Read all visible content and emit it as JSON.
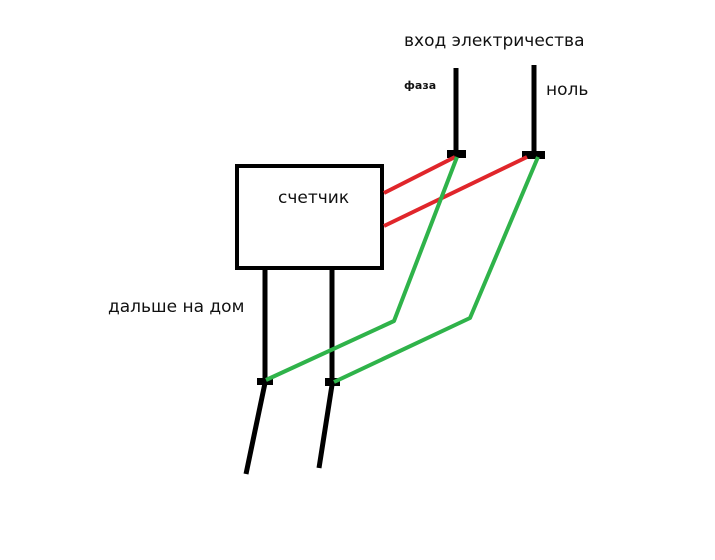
{
  "labels": {
    "input": "вход электричества",
    "phase": "фаза",
    "neutral": "ноль",
    "meter": "счетчик",
    "to_house": "дальше на дом"
  },
  "colors": {
    "wire": "#000000",
    "meter_link": "#e0262b",
    "bypass": "#2fb34a"
  }
}
